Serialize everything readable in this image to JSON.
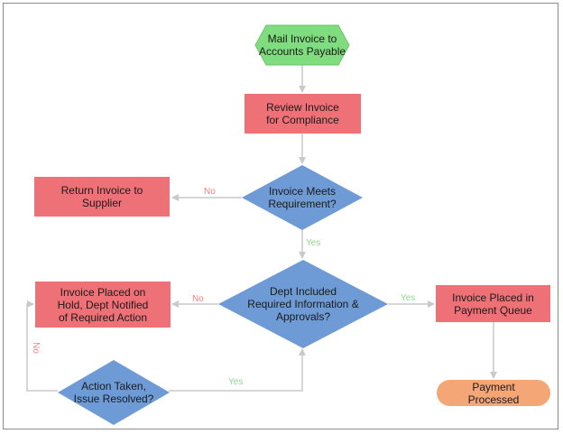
{
  "colors": {
    "start": "#7fdc7f",
    "process": "#ef7178",
    "decision": "#6e9bd6",
    "terminal": "#f4a677",
    "connector": "#c9c9c9",
    "no_label": "#f08080",
    "yes_label": "#8fd88f"
  },
  "nodes": {
    "mail_invoice": "Mail Invoice to\nAccounts Payable",
    "review_invoice": "Review Invoice\nfor Compliance",
    "meets_requirement": "Invoice Meets\nRequirement?",
    "return_invoice": "Return Invoice to\nSupplier",
    "dept_included": "Dept Included\nRequired Information &\nApprovals?",
    "invoice_hold": "Invoice Placed on\nHold, Dept Notified\nof Required Action",
    "payment_queue": "Invoice Placed in\nPayment Queue",
    "action_taken": "Action Taken,\nIssue Resolved?",
    "payment_processed": "Payment\nProcessed"
  },
  "edge_labels": {
    "meets_no": "No",
    "meets_yes": "Yes",
    "dept_no": "No",
    "dept_yes": "Yes",
    "action_no": "No",
    "action_yes": "Yes"
  }
}
